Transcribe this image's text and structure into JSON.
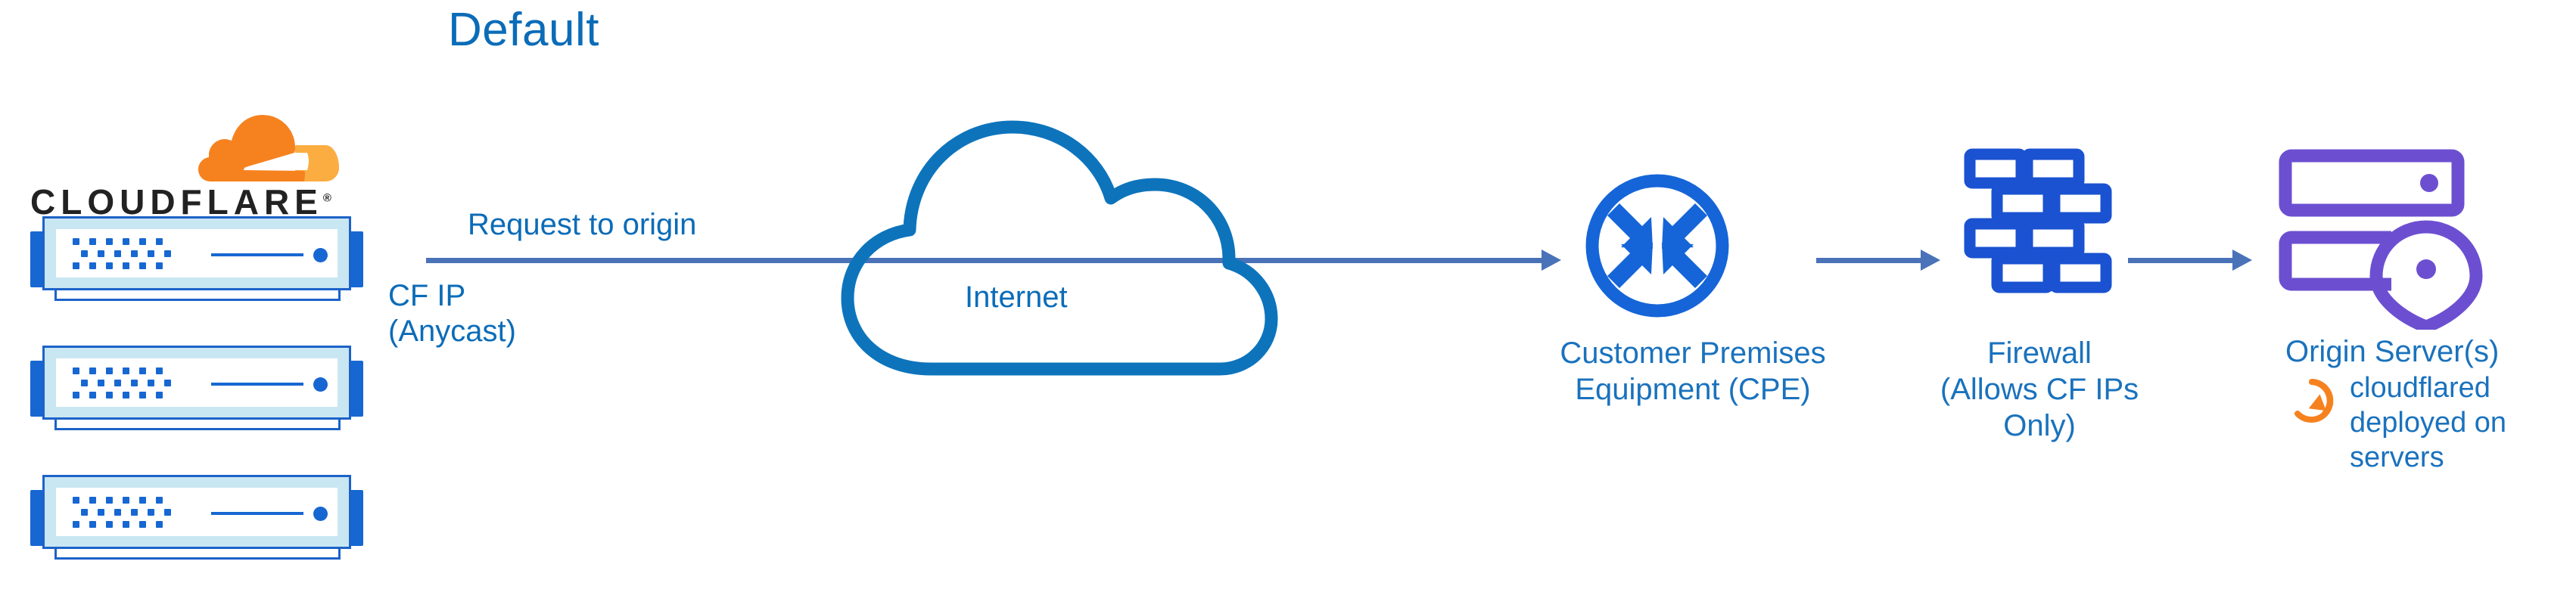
{
  "title": "Default",
  "colors": {
    "title_blue": "#0b6cb8",
    "label_blue": "#1a72bd",
    "arrow_blue": "#4a72b8",
    "icon_blue": "#1767d2",
    "cloud_outline_blue": "#0d74bc",
    "origin_purple": "#6c4fd1",
    "cloudflare_orange": "#f6821f",
    "cloudflare_orange_light": "#fbad41",
    "server_body": "#c9e7f2"
  },
  "logo": {
    "wordmark": "CLOUDFLARE",
    "registered_mark": "®",
    "mark_name": "cloudflare-cloud-mark"
  },
  "edge": {
    "servers": [
      {
        "name": "cloudflare-edge-server-1"
      },
      {
        "name": "cloudflare-edge-server-2"
      },
      {
        "name": "cloudflare-edge-server-3"
      }
    ]
  },
  "flow": {
    "request_label": "Request to origin",
    "cf_ip_label": "CF IP\n(Anycast)",
    "cf_ip_line1": "CF IP",
    "cf_ip_line2": "(Anycast)"
  },
  "internet": {
    "label": "Internet"
  },
  "cpe": {
    "label_line1": "Customer Premises",
    "label_line2": "Equipment (CPE)",
    "icon_name": "router-circle-arrows-icon"
  },
  "firewall": {
    "label_line1": "Firewall",
    "label_line2": "(Allows CF IPs Only)",
    "icon_name": "brick-wall-icon"
  },
  "origin": {
    "label": "Origin Server(s)",
    "icon_name": "server-rack-location-pin-icon",
    "cloudflared_icon_name": "sync-circular-arrow-icon",
    "cloudflared_line1": "cloudflared",
    "cloudflared_line2": "deployed on",
    "cloudflared_line3": "servers"
  }
}
